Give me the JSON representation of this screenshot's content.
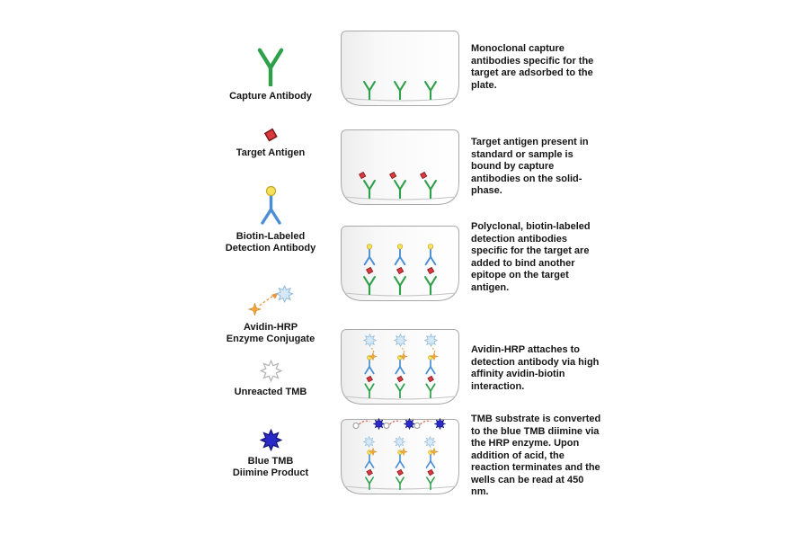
{
  "legend": {
    "items": [
      {
        "label": "Capture Antibody",
        "icon": "capture-antibody-icon",
        "color": "#2fa04a"
      },
      {
        "label": "Target Antigen",
        "icon": "target-antigen-icon",
        "color": "#d93a3e"
      },
      {
        "label": "Biotin-Labeled\nDetection Antibody",
        "icon": "biotin-detection-antibody-icon",
        "color": "#4a8fd4"
      },
      {
        "label": "Avidin-HRP\nEnzyme Conjugate",
        "icon": "avidin-hrp-conjugate-icon",
        "color": "#f2a93b"
      },
      {
        "label": "Unreacted TMB",
        "icon": "unreacted-tmb-icon",
        "color": "#b5b5b5"
      },
      {
        "label": "Blue TMB\nDiimine Product",
        "icon": "blue-tmb-diimine-icon",
        "color": "#2a2ac8"
      }
    ]
  },
  "steps": [
    {
      "description": "Monoclonal capture antibodies specific for the target are adsorbed to the plate."
    },
    {
      "description": "Target antigen present in standard or sample is bound by capture antibodies on the solid-phase."
    },
    {
      "description": "Polyclonal, biotin-labeled detection antibodies specific for the target are added to bind another epitope on the target antigen."
    },
    {
      "description": "Avidin-HRP attaches to detection antibody via high affinity avidin-biotin interaction."
    },
    {
      "description": "TMB substrate is converted to the blue TMB diimine via the HRP enzyme. Upon addition of acid, the reaction terminates and the wells can be read at 450 nm."
    }
  ]
}
